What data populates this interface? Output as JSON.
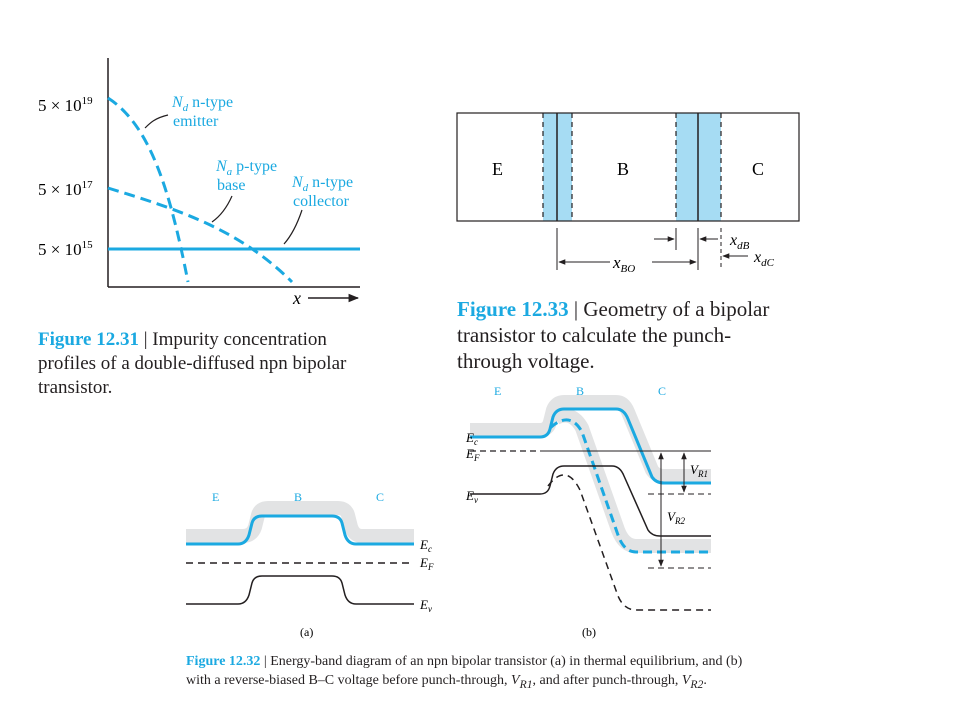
{
  "colors": {
    "accent": "#1ba9e1",
    "shade": "#e2e3e4",
    "ink": "#231f20",
    "region_fill": "#a6dcf3"
  },
  "fig31": {
    "y_ticks": [
      {
        "mant": "5 × 10",
        "exp": "19"
      },
      {
        "mant": "5 × 10",
        "exp": "17"
      },
      {
        "mant": "5 × 10",
        "exp": "15"
      }
    ],
    "x_label": "x",
    "labels": {
      "emitter_sym": "N",
      "emitter_sub": "d",
      "emitter_type": " n-type",
      "emitter_name": "emitter",
      "base_sym": "N",
      "base_sub": "a",
      "base_type": " p-type",
      "base_name": "base",
      "collector_sym": "N",
      "collector_sub": "d",
      "collector_type": " n-type",
      "collector_name": "collector"
    },
    "caption_num": "Figure 12.31",
    "caption_sep": " | ",
    "caption_text": "Impurity concentration profiles of a double-diffused npn bipolar transistor."
  },
  "fig33": {
    "regions": {
      "e": "E",
      "b": "B",
      "c": "C"
    },
    "dims": {
      "xbo": "x",
      "xbo_sub": "BO",
      "xdb": "x",
      "xdb_sub": "dB",
      "xdc": "x",
      "xdc_sub": "dC"
    },
    "caption_num": "Figure 12.33",
    "caption_sep": " | ",
    "caption_text": "Geometry of a bipolar transistor to calculate the punch-through voltage."
  },
  "fig32": {
    "a": {
      "regions": {
        "e": "E",
        "b": "B",
        "c": "C"
      },
      "levels": {
        "ec": "E",
        "ec_sub": "c",
        "ef": "E",
        "ef_sub": "F",
        "ev": "E",
        "ev_sub": "v"
      },
      "sublabel": "(a)"
    },
    "b": {
      "regions": {
        "e": "E",
        "b": "B",
        "c": "C"
      },
      "levels": {
        "ec": "E",
        "ec_sub": "c",
        "ef": "E",
        "ef_sub": "F",
        "ev": "E",
        "ev_sub": "v"
      },
      "vr1": "V",
      "vr1_sub": "R1",
      "vr2": "V",
      "vr2_sub": "R2",
      "sublabel": "(b)"
    },
    "caption_num": "Figure 12.32",
    "caption_sep": " | ",
    "caption_text_1": "Energy-band diagram of an npn bipolar transistor (a) in thermal equilibrium, and (b) with a reverse-biased B–C voltage before punch-through, ",
    "caption_v1": "V",
    "caption_v1_sub": "R1",
    "caption_text_2": ", and after punch-through, ",
    "caption_v2": "V",
    "caption_v2_sub": "R2",
    "caption_text_3": "."
  }
}
